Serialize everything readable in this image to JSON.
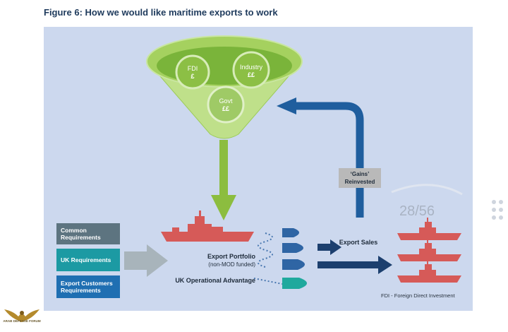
{
  "title": "Figure 6:  How we would like maritime exports to work",
  "funnel": {
    "fdi": {
      "name": "FDI",
      "symbol": "£"
    },
    "industry": {
      "name": "Industry",
      "symbol": "££"
    },
    "govt": {
      "name": "Govt",
      "symbol": "££"
    }
  },
  "requirements": {
    "common": "Common Requirements",
    "uk": "UK Requirements",
    "customers": "Export Customers Requirements"
  },
  "portfolio": {
    "label": "Export Portfolio",
    "sublabel": "(non-MOD funded)",
    "advantage": "UK Operational Advantage"
  },
  "export_sales": "Export Sales",
  "gains": "‘Gains’ Reinvested",
  "fdi_note": "FDI - Foreign Direct Investment",
  "overlay": {
    "page_counter": "28/56"
  },
  "watermark": {
    "text": "ARAB DEFENSE FORUM"
  },
  "colors": {
    "panel": "#ccd8ee",
    "green_arrow": "#8cbd3f",
    "blue_arrow": "#1f5e9e",
    "navy_arrow": "#1c3f6e",
    "ship": "#d65a58"
  }
}
